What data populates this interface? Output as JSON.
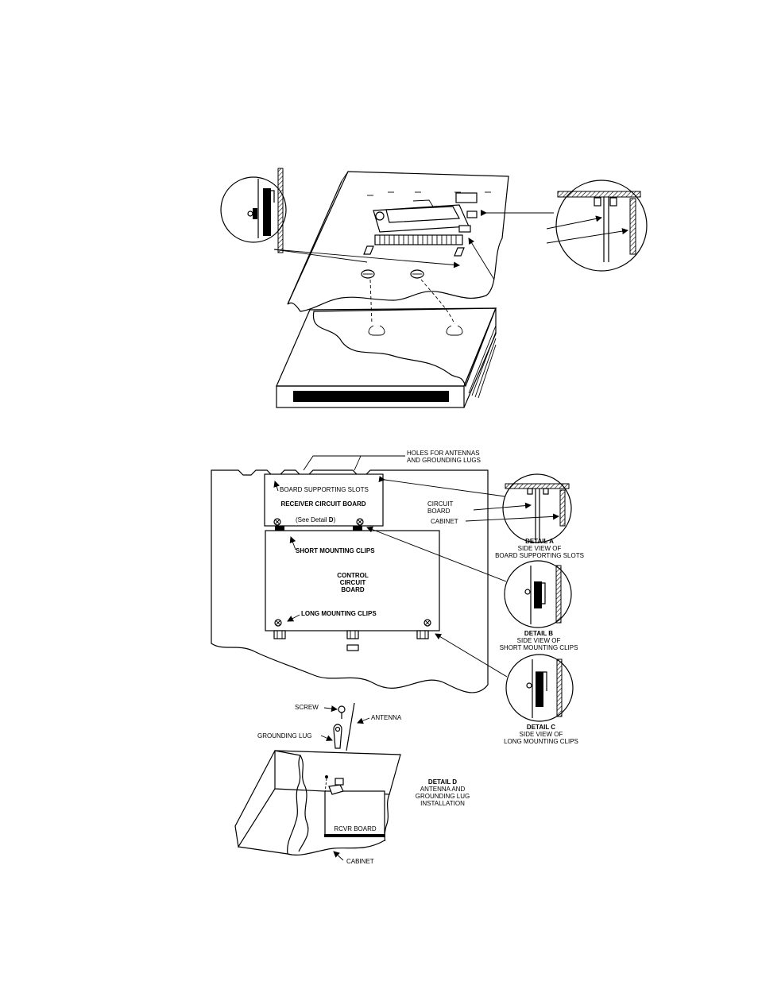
{
  "labels": {
    "holes": [
      "HOLES FOR ANTENNAS",
      "AND GROUNDING LUGS"
    ],
    "board_supporting_slots": "BOARD SUPPORTING SLOTS",
    "receiver_board": "RECEIVER CIRCUIT BOARD",
    "see_detail_prefix": "(See Detail ",
    "see_detail_letter": "D",
    "see_detail_suffix": ")",
    "circuit_board": [
      "CIRCUIT",
      "BOARD"
    ],
    "cabinet": "CABINET",
    "short_mounting_clips": "SHORT MOUNTING CLIPS",
    "control_board": [
      "CONTROL",
      "CIRCUIT",
      "BOARD"
    ],
    "long_mounting_clips": "LONG MOUNTING CLIPS",
    "detail_a": [
      "DETAIL A",
      "SIDE VIEW OF",
      "BOARD SUPPORTING SLOTS"
    ],
    "detail_b": [
      "DETAIL B",
      "SIDE VIEW OF",
      "SHORT MOUNTING CLIPS"
    ],
    "detail_c": [
      "DETAIL C",
      "SIDE VIEW OF",
      "LONG MOUNTING CLIPS"
    ],
    "screw": "SCREW",
    "antenna": "ANTENNA",
    "grounding_lug": "GROUNDING LUG",
    "detail_d": [
      "DETAIL D",
      "ANTENNA AND",
      "GROUNDING LUG",
      "INSTALLATION"
    ],
    "rcvr_board": "RCVR BOARD",
    "cabinet_bottom": "CABINET"
  }
}
